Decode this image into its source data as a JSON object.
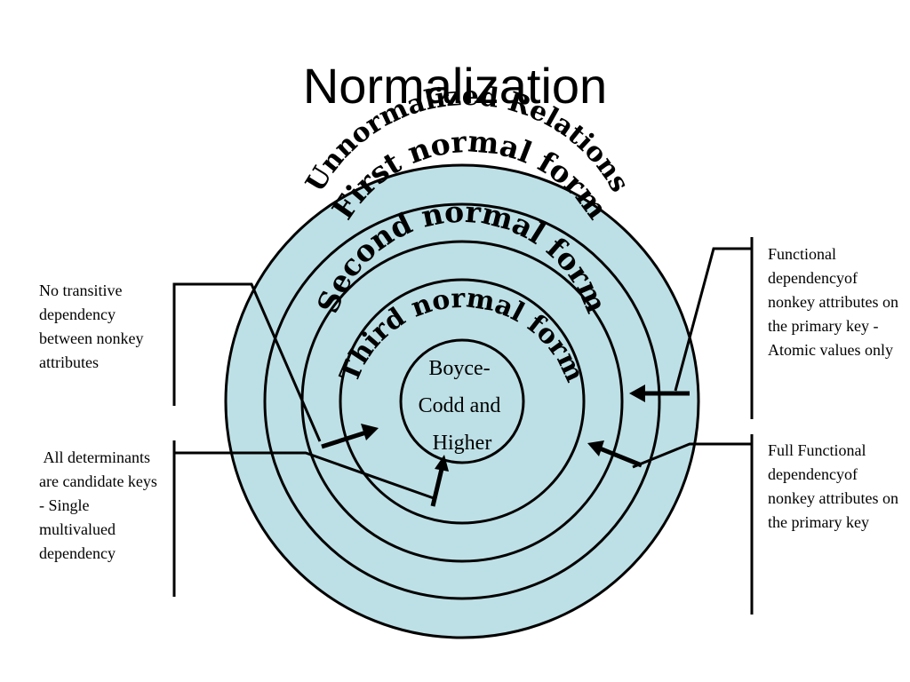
{
  "title": "Normalization",
  "colors": {
    "ring_fill": "#bde0e6",
    "stroke": "#000000",
    "background": "#ffffff"
  },
  "rings": [
    {
      "name": "Unnormalized Relations"
    },
    {
      "name": "First normal form"
    },
    {
      "name": "Second normal form"
    },
    {
      "name": "Third normal form"
    },
    {
      "name": "Boyce-Codd and Higher",
      "lines": [
        "Boyce-",
        "Codd and",
        "Higher"
      ]
    }
  ],
  "annotations": {
    "no_transitive": "No transitive dependency between nonkey attributes",
    "all_determinants": " All determinants are candidate keys - Single multivalued dependency",
    "functional_atomic": "Functional dependencyof nonkey attributes on the primary key - Atomic values only",
    "full_functional": "Full Functional dependencyof nonkey attributes on the primary key"
  }
}
